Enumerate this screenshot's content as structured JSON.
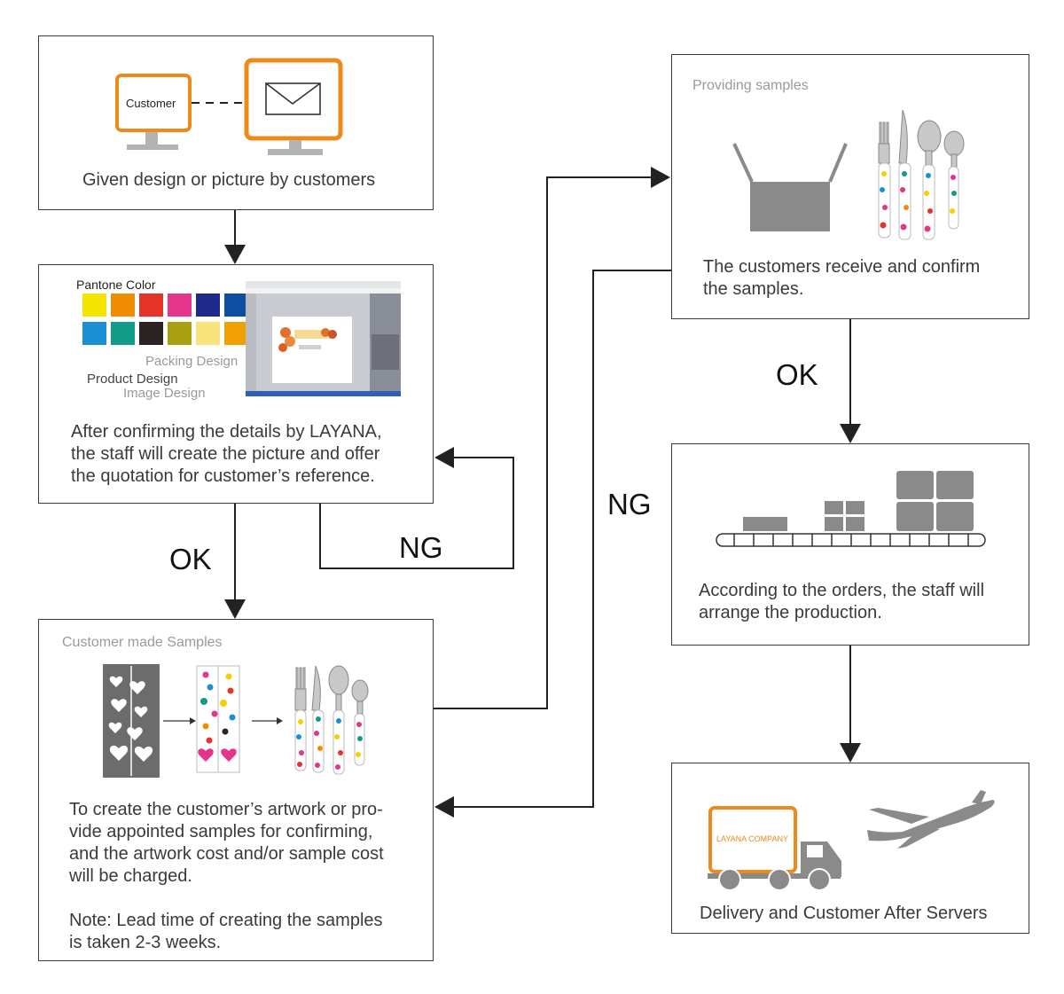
{
  "step1": {
    "customer_label": "Customer",
    "caption": "Given design or picture by customers"
  },
  "step2": {
    "pantone_label": "Pantone Color",
    "packing_design": "Packing Design",
    "product_design": "Product Design",
    "image_design": "Image Design",
    "caption_lines": [
      "After confirming the details by LAYANA,",
      "the staff will create the picture and offer",
      "the quotation for customer’s reference."
    ],
    "swatches_row1": [
      "#f5e400",
      "#f08c00",
      "#e63329",
      "#e4358a",
      "#1f2b8c",
      "#0b4ea2"
    ],
    "swatches_row2": [
      "#1b8fd3",
      "#139b8a",
      "#2a2522",
      "#a8a00f",
      "#f8e27a",
      "#f29f05"
    ]
  },
  "step3": {
    "title": "Customer made Samples",
    "caption_lines": [
      "To create the customer’s artwork or pro-",
      "vide appointed samples for confirming,",
      "and the artwork cost and/or sample cost",
      "will be charged."
    ],
    "note_lines": [
      "Note: Lead time of creating the samples",
      "is taken 2-3 weeks."
    ]
  },
  "step4": {
    "title": "Providing samples",
    "caption_lines": [
      "The customers receive and confirm",
      "the samples."
    ]
  },
  "step5": {
    "caption_lines": [
      "According to the orders, the staff will",
      "arrange the production."
    ]
  },
  "step6": {
    "truck_label": "LAYANA COMPANY",
    "caption": "Delivery and Customer After Servers"
  },
  "labels": {
    "ok_left": "OK",
    "ng_left": "NG",
    "ng_mid": "NG",
    "ok_right": "OK"
  },
  "colors": {
    "accent_orange": "#ee8a1c",
    "border": "#3a3a3a",
    "icon_gray": "#8a8a8a"
  }
}
